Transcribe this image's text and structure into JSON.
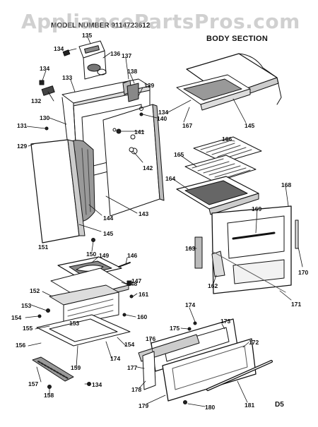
{
  "watermark": "AppliancePartsPros.com",
  "model_label": "MODEL NUMBER 9114723612",
  "section_title": "BODY SECTION",
  "diagram_code": "D5",
  "callouts": {
    "c129": "129",
    "c130": "130",
    "c131": "131",
    "c132": "132",
    "c133": "133",
    "c134a": "134",
    "c134b": "134",
    "c134c": "134",
    "c134d": "134",
    "c135": "135",
    "c136": "136",
    "c137": "137",
    "c138": "138",
    "c139": "139",
    "c140": "140",
    "c141": "141",
    "c142": "142",
    "c143": "143",
    "c144": "144",
    "c145a": "145",
    "c145b": "145",
    "c146": "146",
    "c147": "147",
    "c148": "148",
    "c149": "149",
    "c150": "150",
    "c151": "151",
    "c152": "152",
    "c153a": "153",
    "c153b": "153",
    "c154a": "154",
    "c154b": "154",
    "c155": "155",
    "c156": "156",
    "c157": "157",
    "c158": "158",
    "c159": "159",
    "c160": "160",
    "c161": "161",
    "c162": "162",
    "c163": "163",
    "c164": "164",
    "c165": "165",
    "c166": "166",
    "c167": "167",
    "c168": "168",
    "c169": "169",
    "c170": "170",
    "c171": "171",
    "c172": "172",
    "c173": "173",
    "c174a": "174",
    "c174b": "174",
    "c175": "175",
    "c176": "176",
    "c177": "177",
    "c178": "178",
    "c179": "179",
    "c180": "180",
    "c181": "181"
  }
}
